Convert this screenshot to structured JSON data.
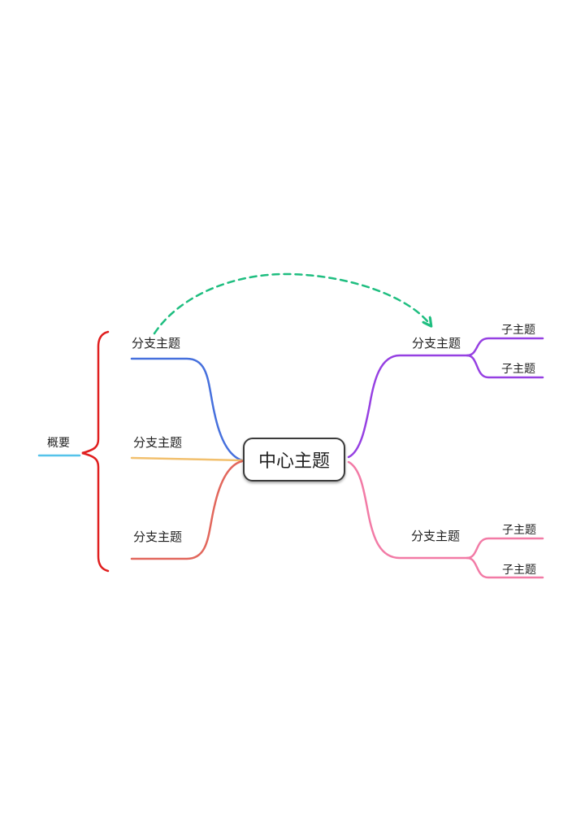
{
  "central_topic": {
    "label": "中心主题"
  },
  "left_branches": [
    {
      "label": "分支主题"
    },
    {
      "label": "分支主题"
    },
    {
      "label": "分支主题"
    }
  ],
  "right_branches": [
    {
      "label": "分支主题",
      "children": [
        {
          "label": "子主题"
        },
        {
          "label": "子主题"
        }
      ]
    },
    {
      "label": "分支主题",
      "children": [
        {
          "label": "子主题"
        },
        {
          "label": "子主题"
        }
      ]
    }
  ],
  "summary": {
    "label": "概要"
  },
  "relationship": {
    "style": "dashed-arrow"
  },
  "colors": {
    "background": "#ffffff",
    "topic_text": "#1f1f1f",
    "central_border": "#3b3b3b",
    "branch_blue": "#4670dd",
    "branch_orange": "#f2c06e",
    "branch_salmon": "#e2675c",
    "branch_purple": "#9640e2",
    "branch_pink": "#f27ba6",
    "summary_brace": "#e01f1f",
    "summary_underline": "#55c3ea",
    "relationship_green": "#1fbe80"
  }
}
